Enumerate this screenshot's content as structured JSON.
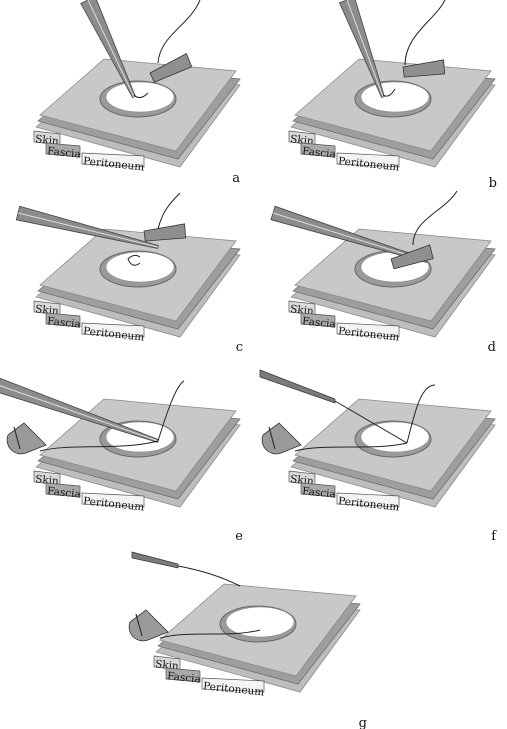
{
  "layer_labels": {
    "skin": "Skin",
    "fascia": "Fascia",
    "peritoneum": "Peritoneum"
  },
  "panels": [
    {
      "letter": "a",
      "instrument": "needle-holder-vertical",
      "needle": "near-hole"
    },
    {
      "letter": "b",
      "instrument": "needle-holder-vertical",
      "needle": "in-hole"
    },
    {
      "letter": "c",
      "instrument": "needle-holder-horizontal",
      "needle": "above-hole"
    },
    {
      "letter": "d",
      "instrument": "needle-holder-horizontal",
      "needle": "in-hole"
    },
    {
      "letter": "e",
      "instrument": "needle-holder-horizontal",
      "needle": "outside-left"
    },
    {
      "letter": "f",
      "instrument": "forceps",
      "needle": "outside-left"
    },
    {
      "letter": "g",
      "instrument": "forceps-short",
      "needle": "outside-left"
    }
  ],
  "colors": {
    "skin": "#c8c8c8",
    "skin_edge": "#8a8a8a",
    "fascia": "#9e9e9e",
    "peritoneum": "#bdbdbd",
    "instrument": "#8c8c8c",
    "hole_inner": "#ffffff",
    "suture": "#222222"
  }
}
